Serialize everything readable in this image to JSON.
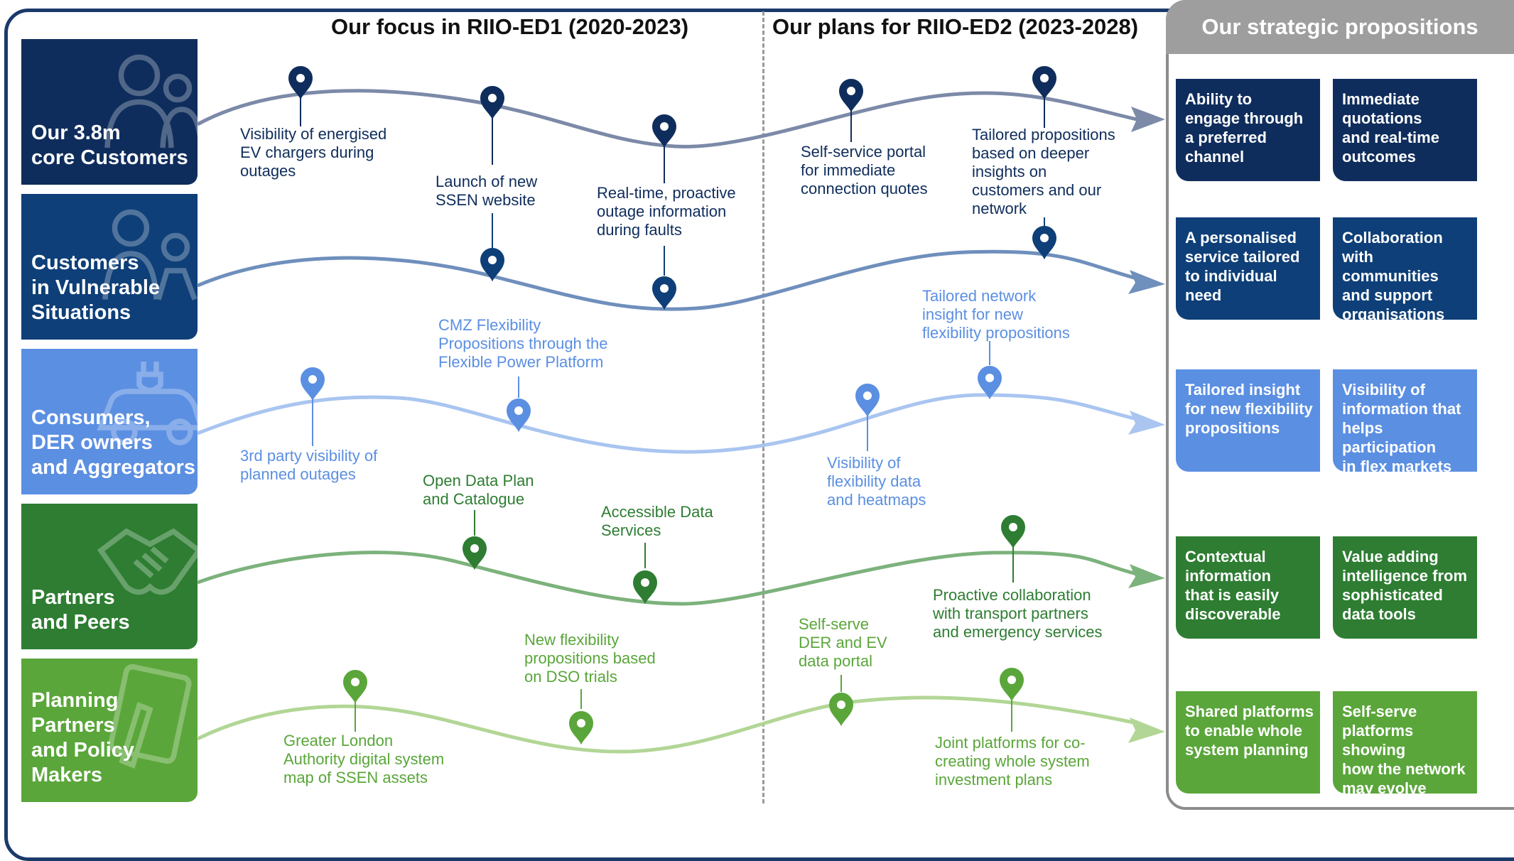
{
  "headings": {
    "ed1": "Our focus in RIIO-ED1 (2020-2023)",
    "ed2": "Our plans for RIIO-ED2 (2023-2028)",
    "strategic": "Our strategic propositions"
  },
  "colors": {
    "frame": "#1b3a6b",
    "panel_grey": "#9e9e9e",
    "row1": "#0f2d5c",
    "row2": "#0e3f78",
    "row3": "#5b8fe2",
    "row4": "#2e7d32",
    "row5": "#5aa63a",
    "row1_wave": "#7c8aa8",
    "row2_wave": "#6f8fbc",
    "row3_wave": "#a9c5f0",
    "row4_wave": "#7cb27c",
    "row5_wave": "#b2d696"
  },
  "segments": [
    {
      "label": "Our 3.8m\ncore Customers",
      "icon": "people-icon"
    },
    {
      "label": "Customers\nin Vulnerable\nSituations",
      "icon": "family-icon"
    },
    {
      "label": "Consumers,\nDER owners\nand Aggregators",
      "icon": "ev-car-icon"
    },
    {
      "label": "Partners\nand Peers",
      "icon": "handshake-icon"
    },
    {
      "label": "Planning\nPartners\nand Policy\nMakers",
      "icon": "document-pen-icon"
    }
  ],
  "annotations": {
    "r1_a": "Visibility of energised\nEV chargers during\noutages",
    "r1_b": "Launch of new\nSSEN website",
    "r1_c": "Real-time, proactive\noutage information\nduring faults",
    "r1_d": "Self-service portal\nfor immediate\nconnection quotes",
    "r1_e": "Tailored propositions\nbased on deeper\ninsights on\ncustomers and our\nnetwork",
    "r3_a": "CMZ Flexibility\nPropositions through the\nFlexible Power Platform",
    "r3_b": "Tailored network\ninsight for new\nflexibility propositions",
    "r3_c": "3rd party visibility of\nplanned outages",
    "r3_d": "Visibility of\nflexibility data\nand heatmaps",
    "r4_a": "Open Data Plan\nand Catalogue",
    "r4_b": "Accessible Data\nServices",
    "r4_c": "Proactive collaboration\nwith transport partners\nand emergency services",
    "r5_a": "New flexibility\npropositions based\non DSO trials",
    "r5_b": "Self-serve\nDER and EV\ndata portal",
    "r5_c": "Greater London\nAuthority digital system\nmap of SSEN assets",
    "r5_d": "Joint platforms for co-\ncreating whole system\ninvestment plans"
  },
  "propositions": [
    {
      "left": "Ability to\nengage through\na preferred\nchannel",
      "right": "Immediate\nquotations\nand real-time\noutcomes"
    },
    {
      "left": "A personalised\nservice tailored\nto individual\nneed",
      "right": "Collaboration\nwith communities\nand support\norganisations"
    },
    {
      "left": "Tailored insight\nfor new flexibility\npropositions",
      "right": "Visibility of\ninformation that\nhelps participation\nin flex markets"
    },
    {
      "left": "Contextual\ninformation\nthat is easily\ndiscoverable",
      "right": "Value adding\nintelligence from\nsophisticated\ndata tools"
    },
    {
      "left": "Shared platforms\nto enable whole\nsystem planning",
      "right": "Self-serve\nplatforms showing\nhow the network\nmay evolve"
    }
  ]
}
